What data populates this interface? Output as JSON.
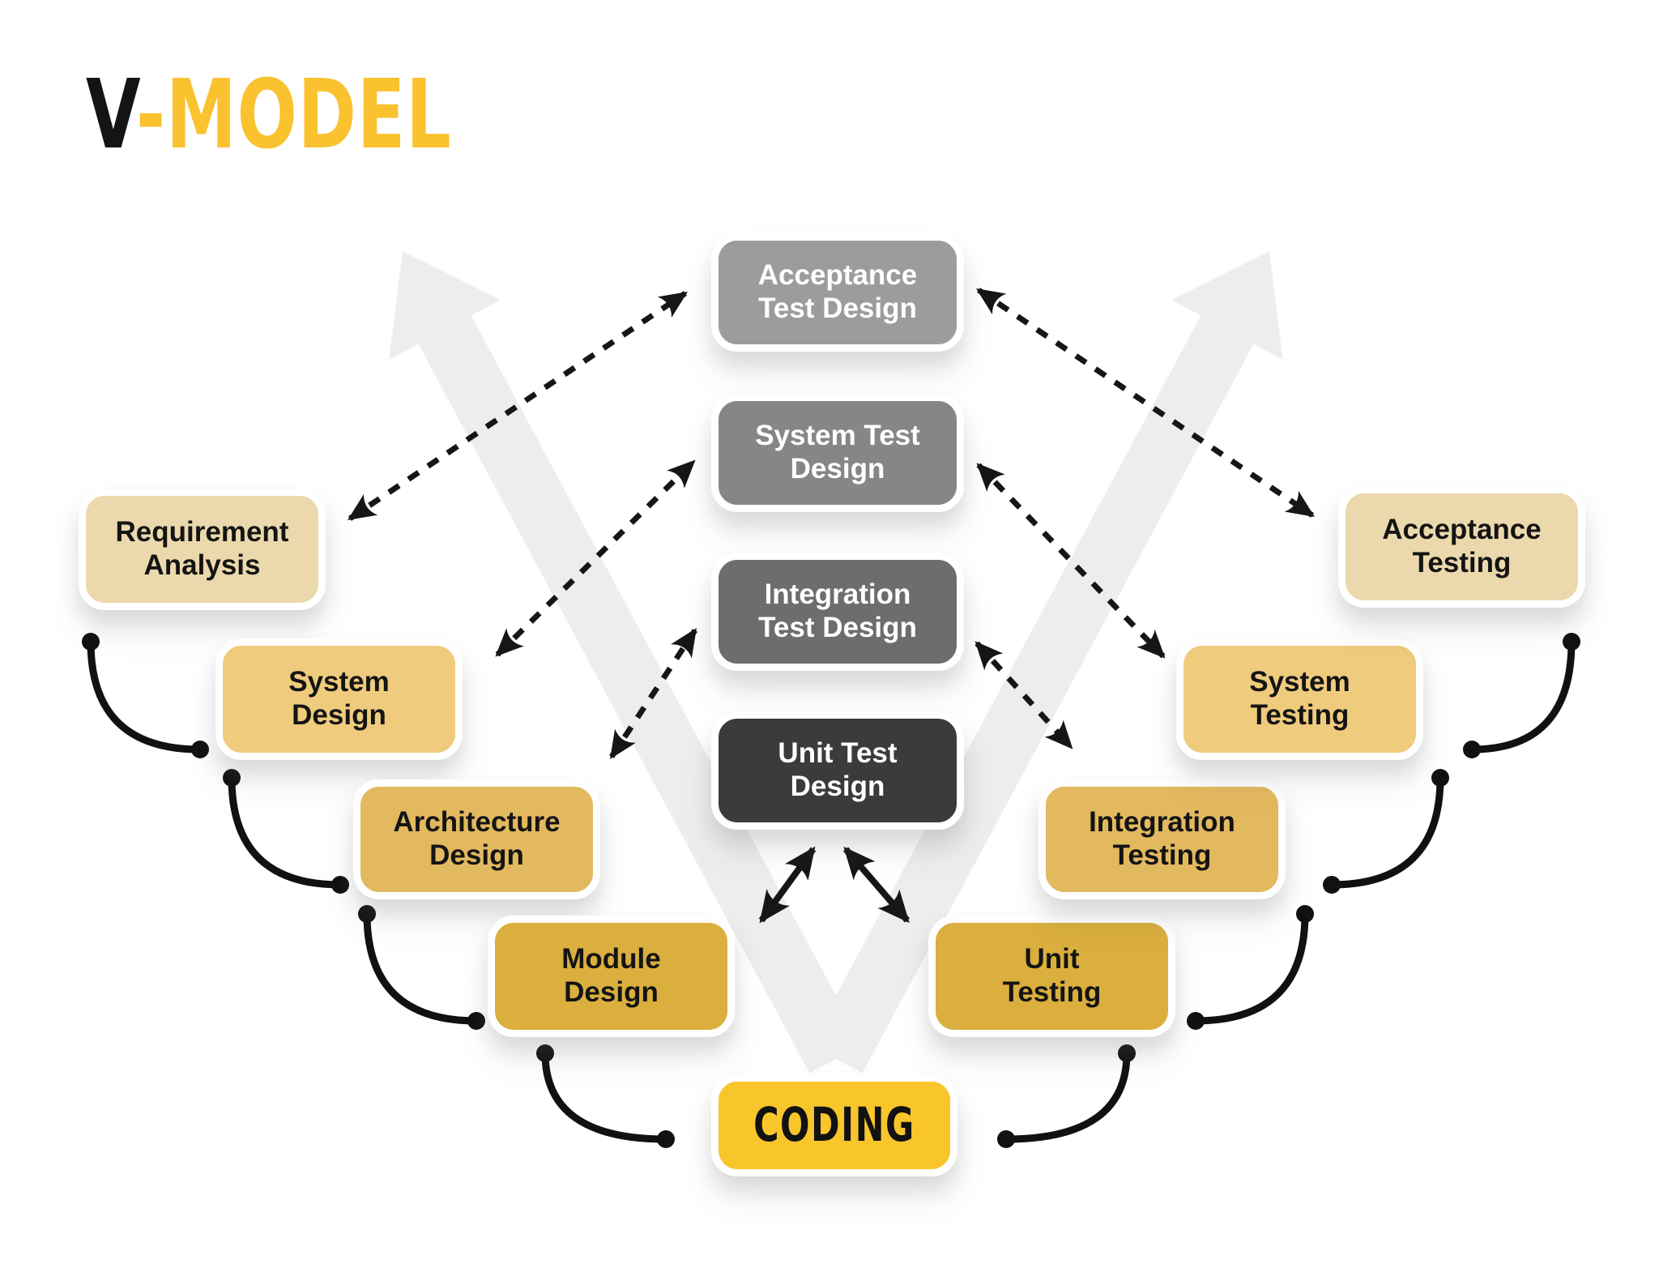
{
  "title": {
    "prefix": "V",
    "suffix": "-MODEL"
  },
  "colors": {
    "background": "#FFFFFF",
    "title_black": "#141414",
    "title_yellow": "#F9C22E",
    "watermark": "#EDEDED",
    "connector": "#111111",
    "dashed_arrow": "#161616",
    "box_border": "#FFFFFF",
    "tier1_fill": "#EBD8AC",
    "tier2_fill": "#EFCB7D",
    "tier3_fill": "#E3B95F",
    "tier4_fill": "#DAAF3E",
    "coding_fill": "#F8C62B",
    "test_design_1": "#9C9C9C",
    "test_design_2": "#868686",
    "test_design_3": "#6D6D6D",
    "test_design_4": "#3B3B3B"
  },
  "nodes": {
    "requirement_analysis": {
      "label": "Requirement\nAnalysis",
      "fill": "#EBD8AC",
      "text_color": "#141414"
    },
    "system_design": {
      "label": "System\nDesign",
      "fill": "#EFCB7D",
      "text_color": "#141414"
    },
    "architecture_design": {
      "label": "Architecture\nDesign",
      "fill": "#E3B95F",
      "text_color": "#141414"
    },
    "module_design": {
      "label": "Module\nDesign",
      "fill": "#DAAF3E",
      "text_color": "#141414"
    },
    "coding": {
      "label": "CODING",
      "fill": "#F8C62B",
      "text_color": "#121212"
    },
    "unit_testing": {
      "label": "Unit\nTesting",
      "fill": "#DAAF3E",
      "text_color": "#141414"
    },
    "integration_testing": {
      "label": "Integration\nTesting",
      "fill": "#E3B95F",
      "text_color": "#141414"
    },
    "system_testing": {
      "label": "System\nTesting",
      "fill": "#EFCB7D",
      "text_color": "#141414"
    },
    "acceptance_testing": {
      "label": "Acceptance\nTesting",
      "fill": "#EBD8AC",
      "text_color": "#141414"
    },
    "acceptance_test_design": {
      "label": "Acceptance\nTest Design",
      "fill": "#9C9C9C",
      "text_color": "#FFFFFF"
    },
    "system_test_design": {
      "label": "System Test\nDesign",
      "fill": "#868686",
      "text_color": "#FFFFFF"
    },
    "integration_test_design": {
      "label": "Integration\nTest Design",
      "fill": "#6D6D6D",
      "text_color": "#FFFFFF"
    },
    "unit_test_design": {
      "label": "Unit Test\nDesign",
      "fill": "#3B3B3B",
      "text_color": "#FFFFFF"
    }
  }
}
